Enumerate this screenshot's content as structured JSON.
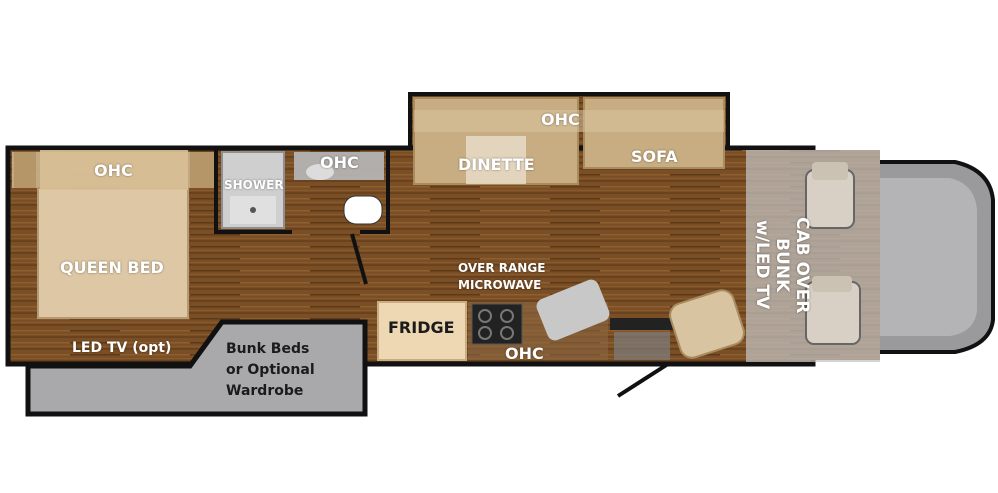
{
  "colors": {
    "floor": "#7a4f25",
    "floor_dark": "#5a3818",
    "wall": "#111111",
    "bunk_gray": "#a9a9ab",
    "cabinet": "#c9b18a",
    "fridge": "#eed8b3",
    "cab_overlay": "#c4c3c4"
  },
  "labels": {
    "ohc_bedroom": "OHC",
    "shower": "SHOWER",
    "ohc_bath": "OHC",
    "ohc_slide": "OHC",
    "dinette": "DINETTE",
    "sofa": "SOFA",
    "queen_bed": "QUEEN BED",
    "led_tv_opt": "LED TV (opt)",
    "bunk_beds": [
      "Bunk Beds",
      "or Optional",
      "Wardrobe"
    ],
    "over_range_microwave": [
      "OVER RANGE",
      "MICROWAVE"
    ],
    "fridge": "FRIDGE",
    "ohc_kitchen": "OHC",
    "cab_over_bunk": [
      "CAB OVER BUNK",
      "w/LED TV"
    ]
  }
}
